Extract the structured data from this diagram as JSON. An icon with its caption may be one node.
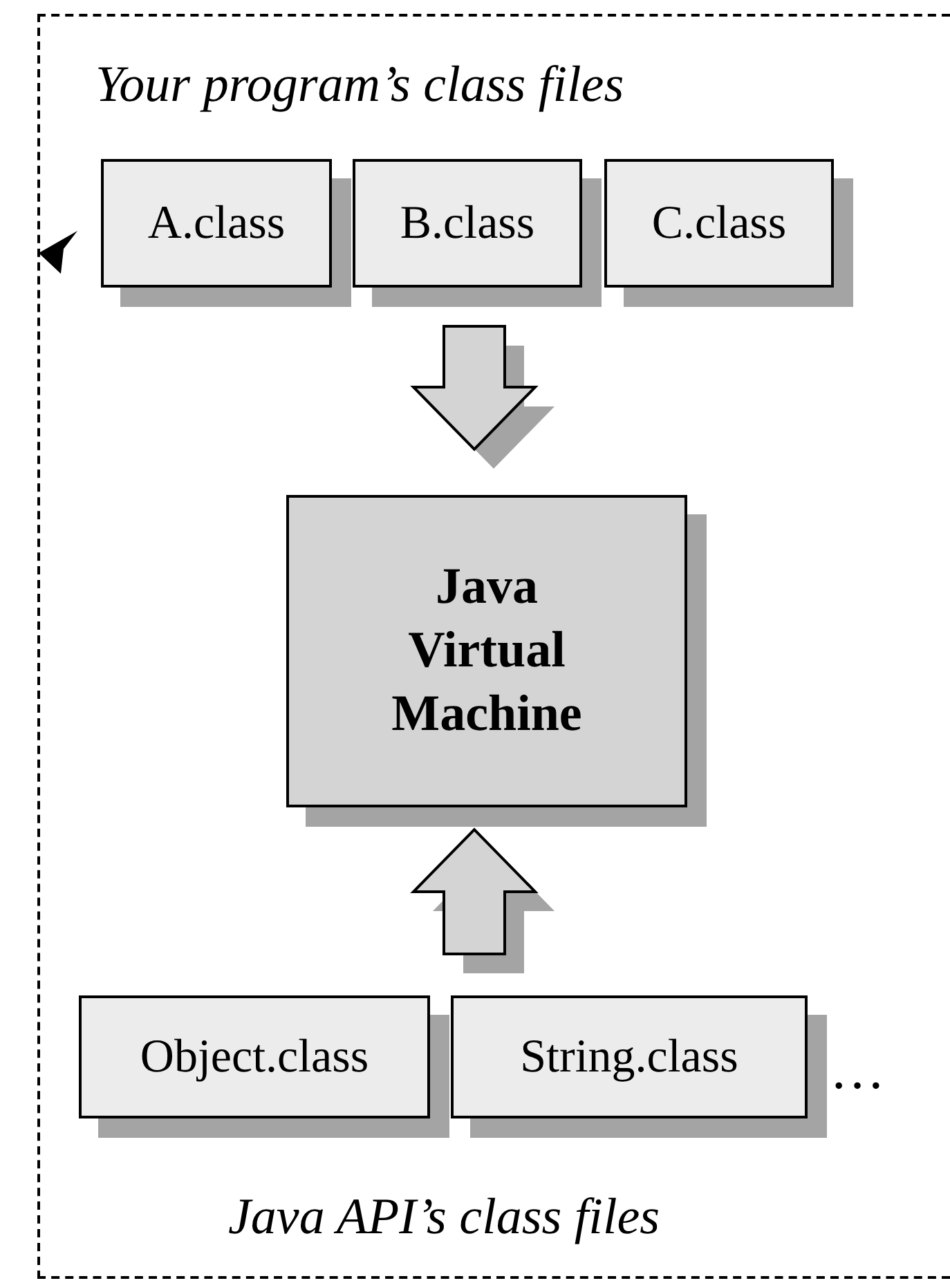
{
  "diagram": {
    "nodes": [
      {
        "text": [
          "Your program’s class files",
          "Java API’s class files"
        ]
      },
      {
        "text": [
          "A.class"
        ],
        "in": 0
      },
      {
        "text": [
          "B.class"
        ],
        "in": 0
      },
      {
        "text": [
          "C.class"
        ],
        "in": 0
      },
      {
        "text": [
          "Java Virtual Machine"
        ],
        "in": 0
      },
      {
        "text": [
          "Object.class"
        ],
        "in": 0
      },
      {
        "text": [
          "String.class"
        ],
        "in": 0,
        "beside": [
          "…"
        ]
      }
    ],
    "edges": [
      {
        "from": 2,
        "to": 4,
        "arrow": "to"
      },
      {
        "from": 6,
        "to": 4,
        "arrow": "to"
      }
    ]
  }
}
